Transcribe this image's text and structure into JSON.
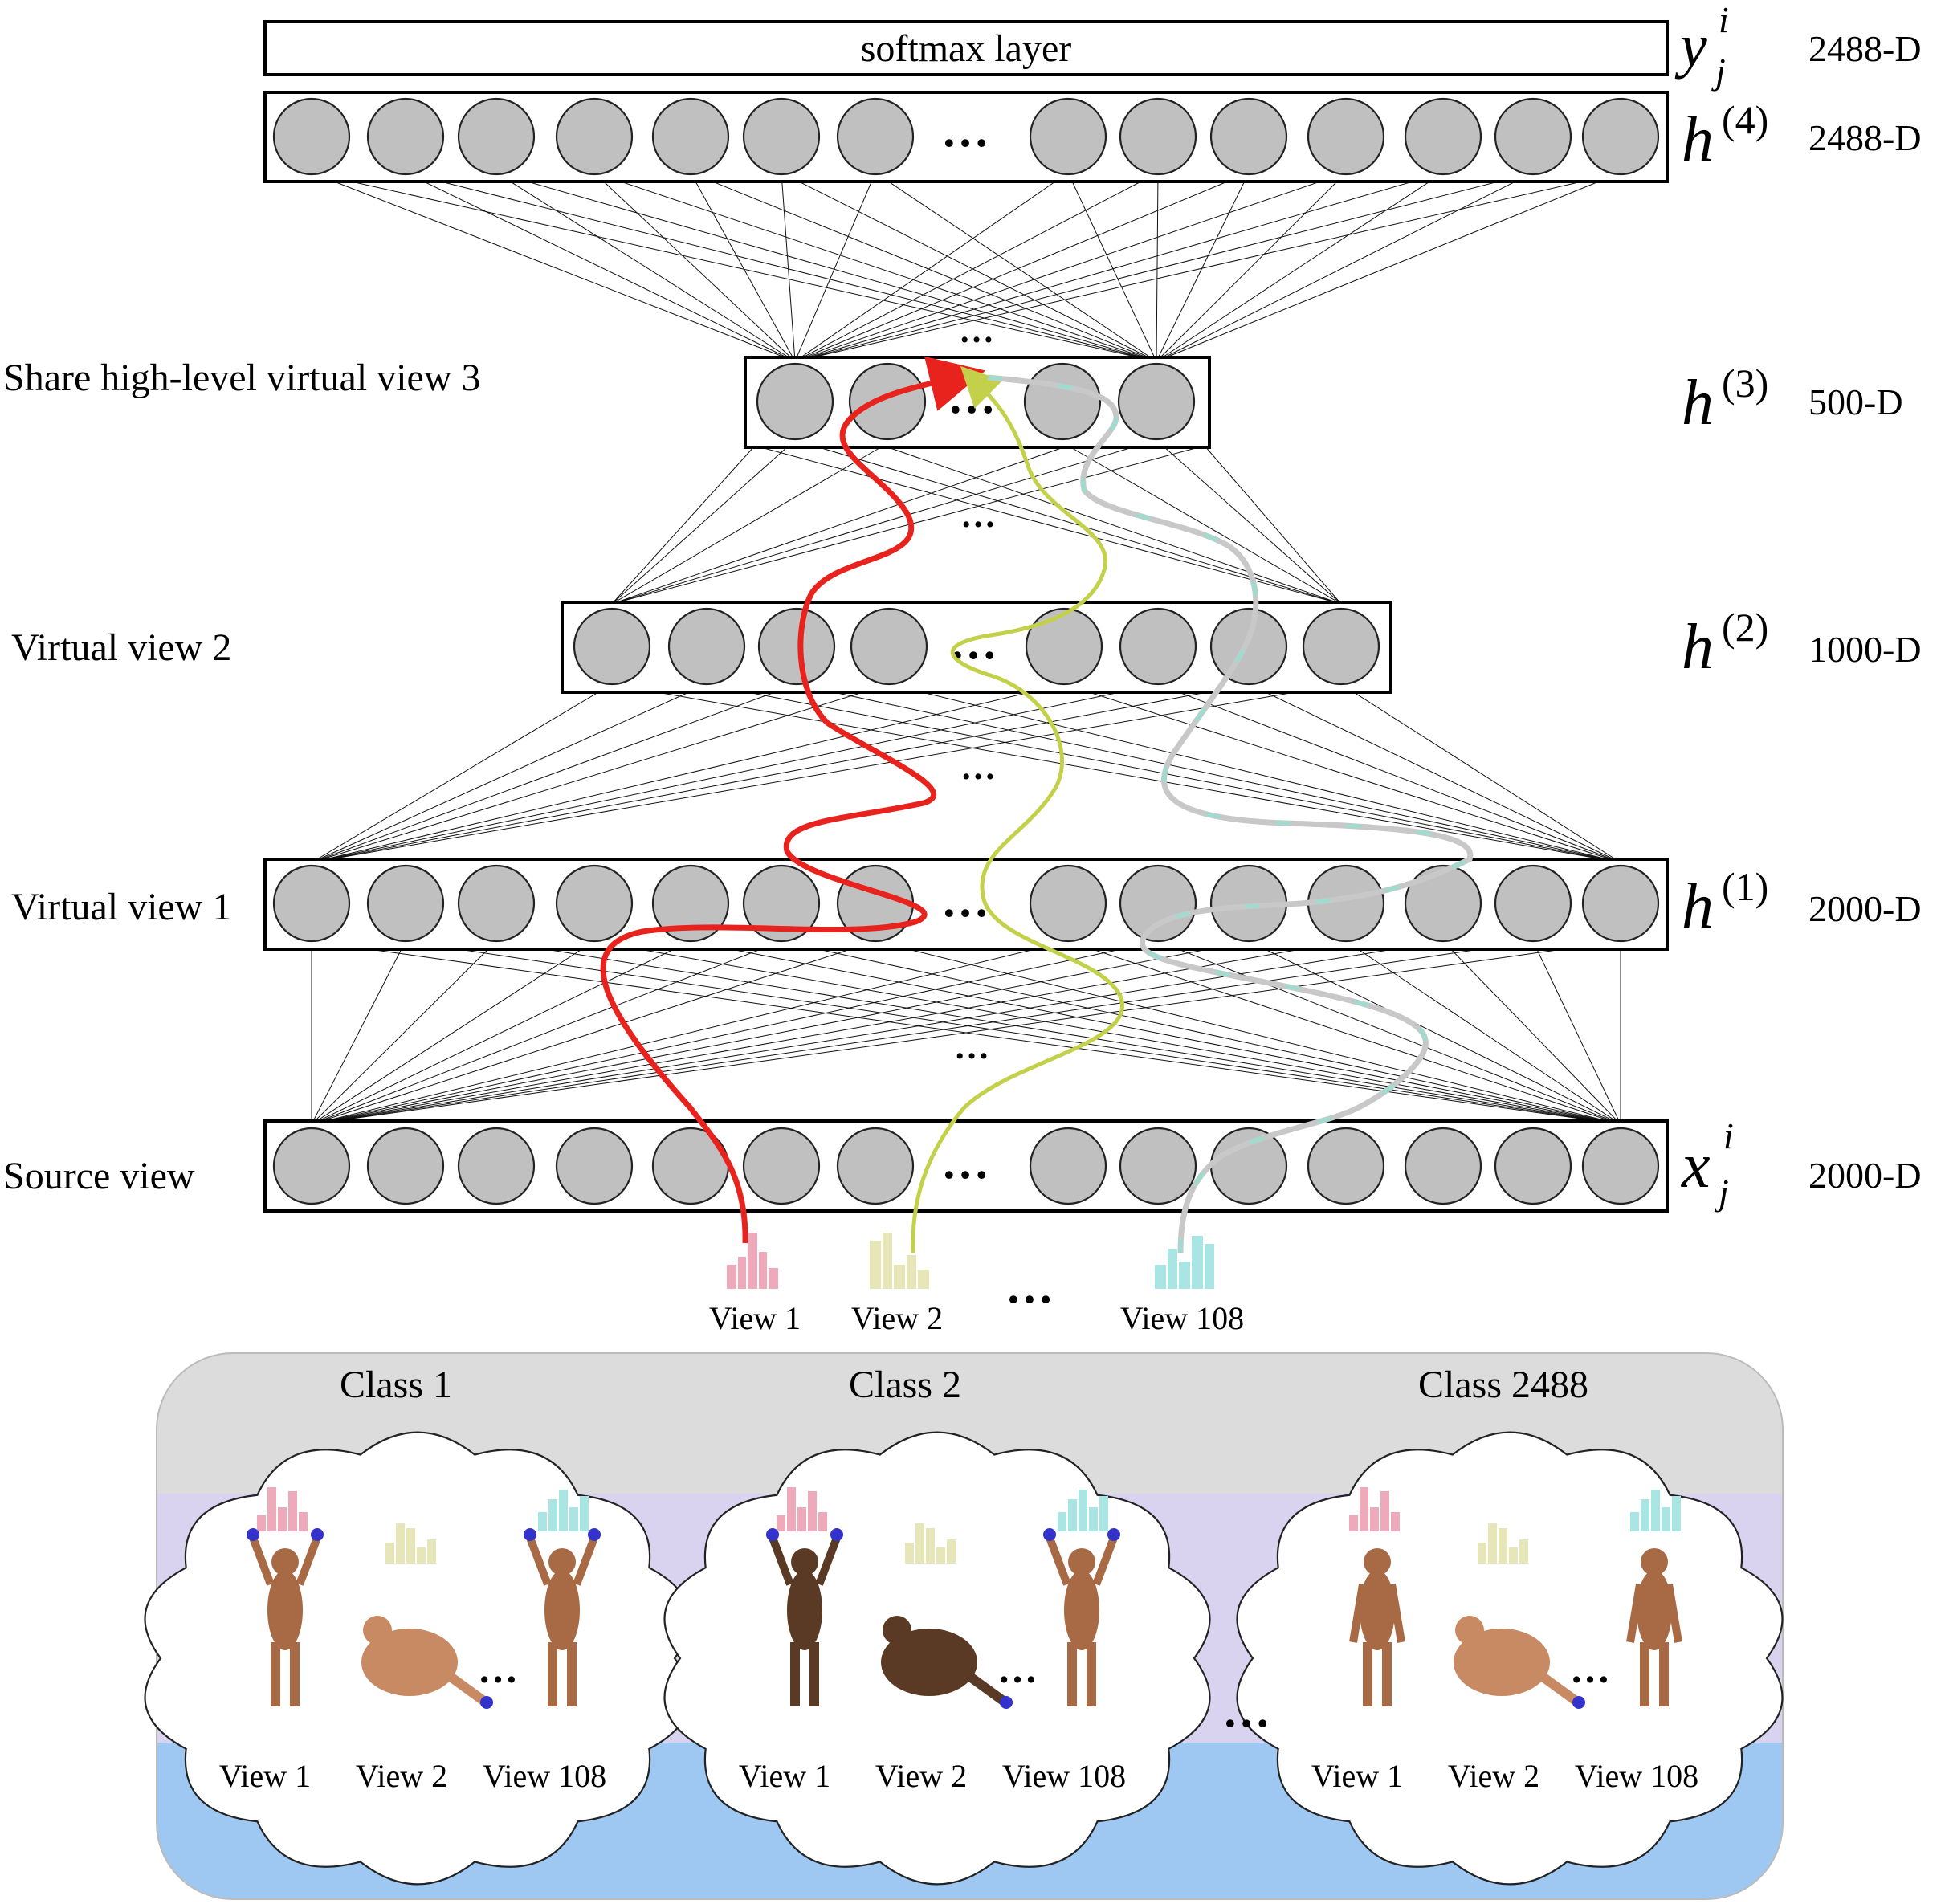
{
  "diagram": {
    "softmax_label": "softmax layer",
    "layer_labels": {
      "h3": "Share high-level virtual view 3",
      "h2": "Virtual view 2",
      "h1": "Virtual view 1",
      "x": "Source view"
    },
    "symbols": {
      "y": {
        "base": "y",
        "sup": "i",
        "sub": "j"
      },
      "h4": {
        "base": "h",
        "sup": "(4)"
      },
      "h3": {
        "base": "h",
        "sup": "(3)"
      },
      "h2": {
        "base": "h",
        "sup": "(2)"
      },
      "h1": {
        "base": "h",
        "sup": "(1)"
      },
      "x": {
        "base": "x",
        "sup": "i",
        "sub": "j"
      }
    },
    "dims": {
      "y": "2488-D",
      "h4": "2488-D",
      "h3": "500-D",
      "h2": "1000-D",
      "h1": "2000-D",
      "x": "2000-D"
    },
    "ellipsis": "…",
    "input_views": [
      "View 1",
      "View 2",
      "View 108"
    ],
    "paths": [
      {
        "view": "View 1",
        "color": "#e8231e"
      },
      {
        "view": "View 2",
        "color": "#c3d14a"
      },
      {
        "view": "View 108",
        "color": "#9fdccf"
      }
    ],
    "classes": [
      {
        "title": "Class 1",
        "views": [
          "View 1",
          "View 2",
          "View 108"
        ]
      },
      {
        "title": "Class 2",
        "views": [
          "View 1",
          "View 2",
          "View 108"
        ]
      },
      {
        "title": "Class 2488",
        "views": [
          "View 1",
          "View 2",
          "View 108"
        ]
      }
    ],
    "colors": {
      "neuron": "#c0c0c0",
      "hist_view1": "#eeaabb",
      "hist_view2": "#e6e6b8",
      "hist_view108": "#a9e6e3",
      "panel_top": "#dcdcdc",
      "panel_mid": "#d9d3ef",
      "panel_bottom": "#9ec8f2"
    }
  }
}
